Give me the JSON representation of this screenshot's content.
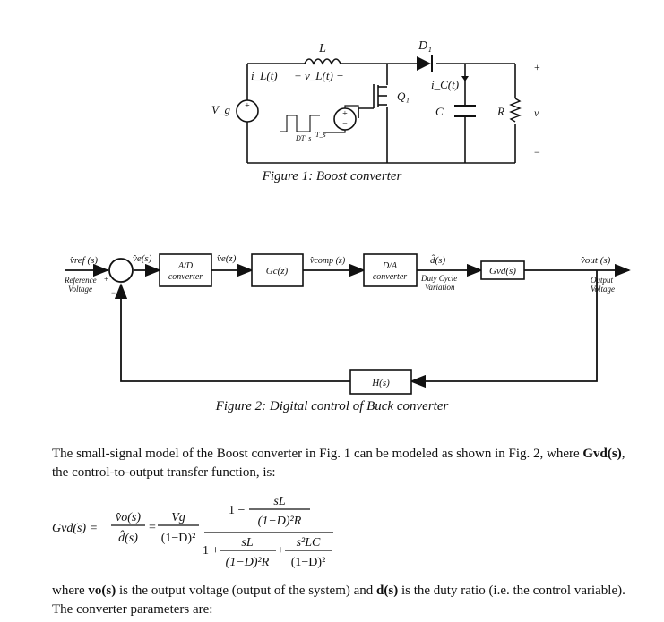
{
  "figure1": {
    "caption": "Figure 1: Boost converter",
    "labels": {
      "inductor": "L",
      "inductor_current": "i_L(t)",
      "inductor_voltage": "+ v_L(t) −",
      "diode": "D₁",
      "switch": "Q₁",
      "cap_current": "i_C(t)",
      "capacitor": "C",
      "resistor": "R",
      "out_plus": "+",
      "out_v": "v",
      "out_minus": "−",
      "source": "V_g",
      "pwm_left": "DT_s",
      "pwm_right": "T_s"
    }
  },
  "figure2": {
    "caption": "Figure 2: Digital control of Buck converter",
    "labels": {
      "vref": "v̂ref (s)",
      "ref_line1": "Reference",
      "ref_line2": "Voltage",
      "plus": "+",
      "minus": "−",
      "ve_s": "v̂e(s)",
      "ad_line1": "A/D",
      "ad_line2": "converter",
      "ve_z": "v̂e(z)",
      "gc": "Gc(z)",
      "vcomp": "v̂comp (z)",
      "da_line1": "D/A",
      "da_line2": "converter",
      "d_s": "d̂(s)",
      "duty_line1": "Duty Cycle",
      "duty_line2": "Variation",
      "gvd": "Gvd(s)",
      "vout": "v̂out (s)",
      "out_line1": "Output",
      "out_line2": "Voltage",
      "h": "H(s)"
    }
  },
  "paragraph1": {
    "pre": "The small-signal model of the Boost converter in Fig. 1 can be modeled as shown in Fig. 2, where",
    "bold": "Gvd(s)",
    "post": ", the control-to-output transfer function, is:"
  },
  "equation": {
    "lhs": "Gvd(s) =",
    "frac1_num": "v̂o(s)",
    "frac1_den": "d̂(s)",
    "eq": "=",
    "vg_num": "Vg",
    "vg_den": "(1−D)²",
    "one_minus": "1 −",
    "top_num": "sL",
    "top_den": "(1−D)²R",
    "one_plus": "1 +",
    "bot1_num": "sL",
    "bot1_den": "(1−D)²R",
    "plus": "+",
    "bot2_num": "s²LC",
    "bot2_den": "(1−D)²"
  },
  "paragraph2": {
    "t1": "where ",
    "b1": "vo(s)",
    "t2": " is the output voltage (output of the system) and ",
    "b2": "d(s)",
    "t3": " is the duty ratio (i.e. the control variable). The converter parameters are:"
  }
}
